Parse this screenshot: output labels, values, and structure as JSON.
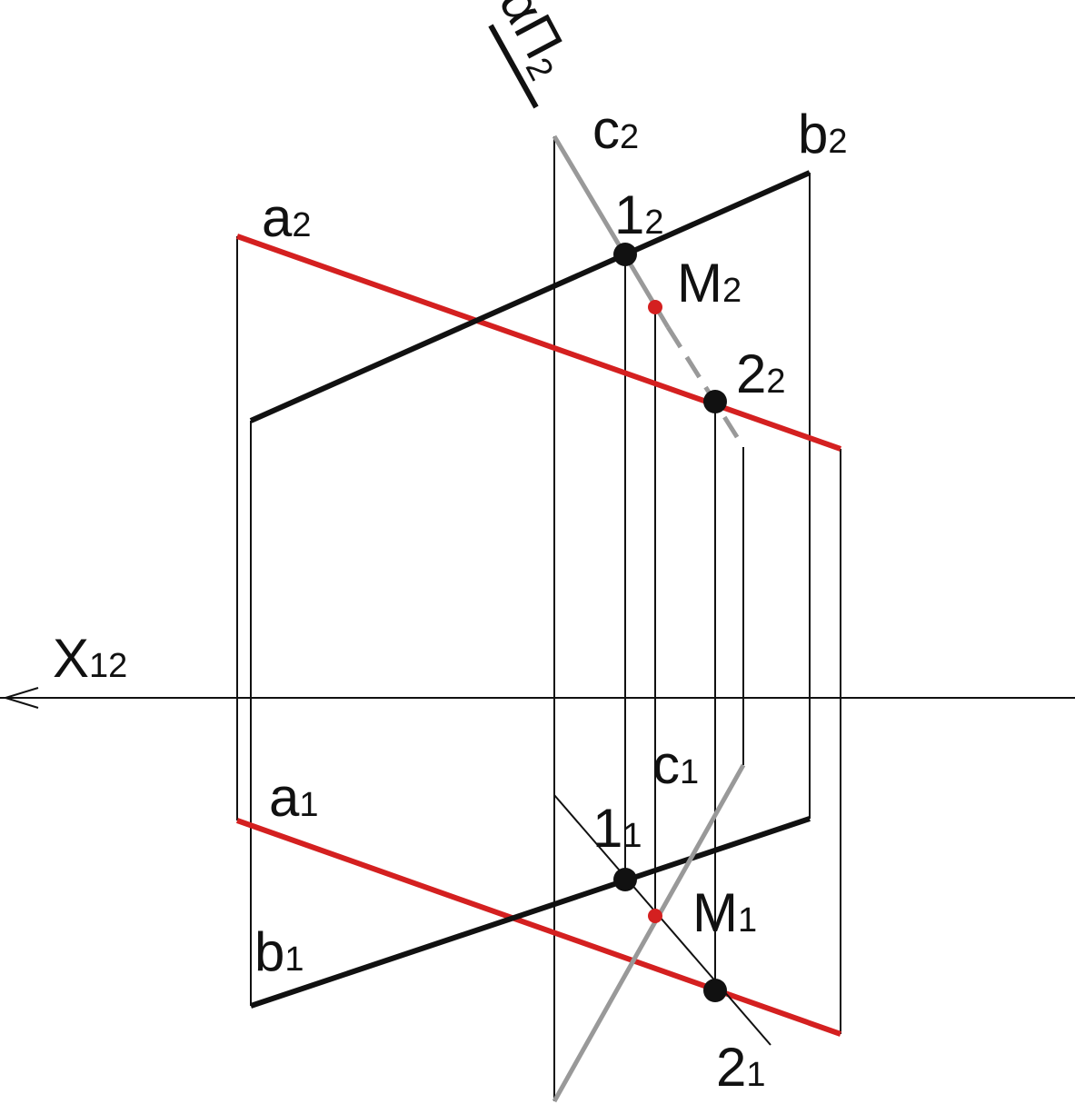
{
  "colors": {
    "red": "#d42020",
    "black": "#111111",
    "gray": "#999999",
    "background": "#ffffff"
  },
  "labels": {
    "x_axis": {
      "main": "X",
      "sub": "12"
    },
    "plane": {
      "main": "αΠ",
      "sub": "2"
    },
    "a2": {
      "main": "a",
      "sub": "2"
    },
    "b2": {
      "main": "b",
      "sub": "2"
    },
    "c2": {
      "main": "c",
      "sub": "2"
    },
    "p1_2": {
      "main": "1",
      "sub": "2"
    },
    "p2_2": {
      "main": "2",
      "sub": "2"
    },
    "M2": {
      "main": "M",
      "sub": "2"
    },
    "a1": {
      "main": "a",
      "sub": "1"
    },
    "b1": {
      "main": "b",
      "sub": "1"
    },
    "c1": {
      "main": "c",
      "sub": "1"
    },
    "p1_1": {
      "main": "1",
      "sub": "1"
    },
    "p2_1": {
      "main": "2",
      "sub": "1"
    },
    "M1": {
      "main": "M",
      "sub": "1"
    }
  }
}
